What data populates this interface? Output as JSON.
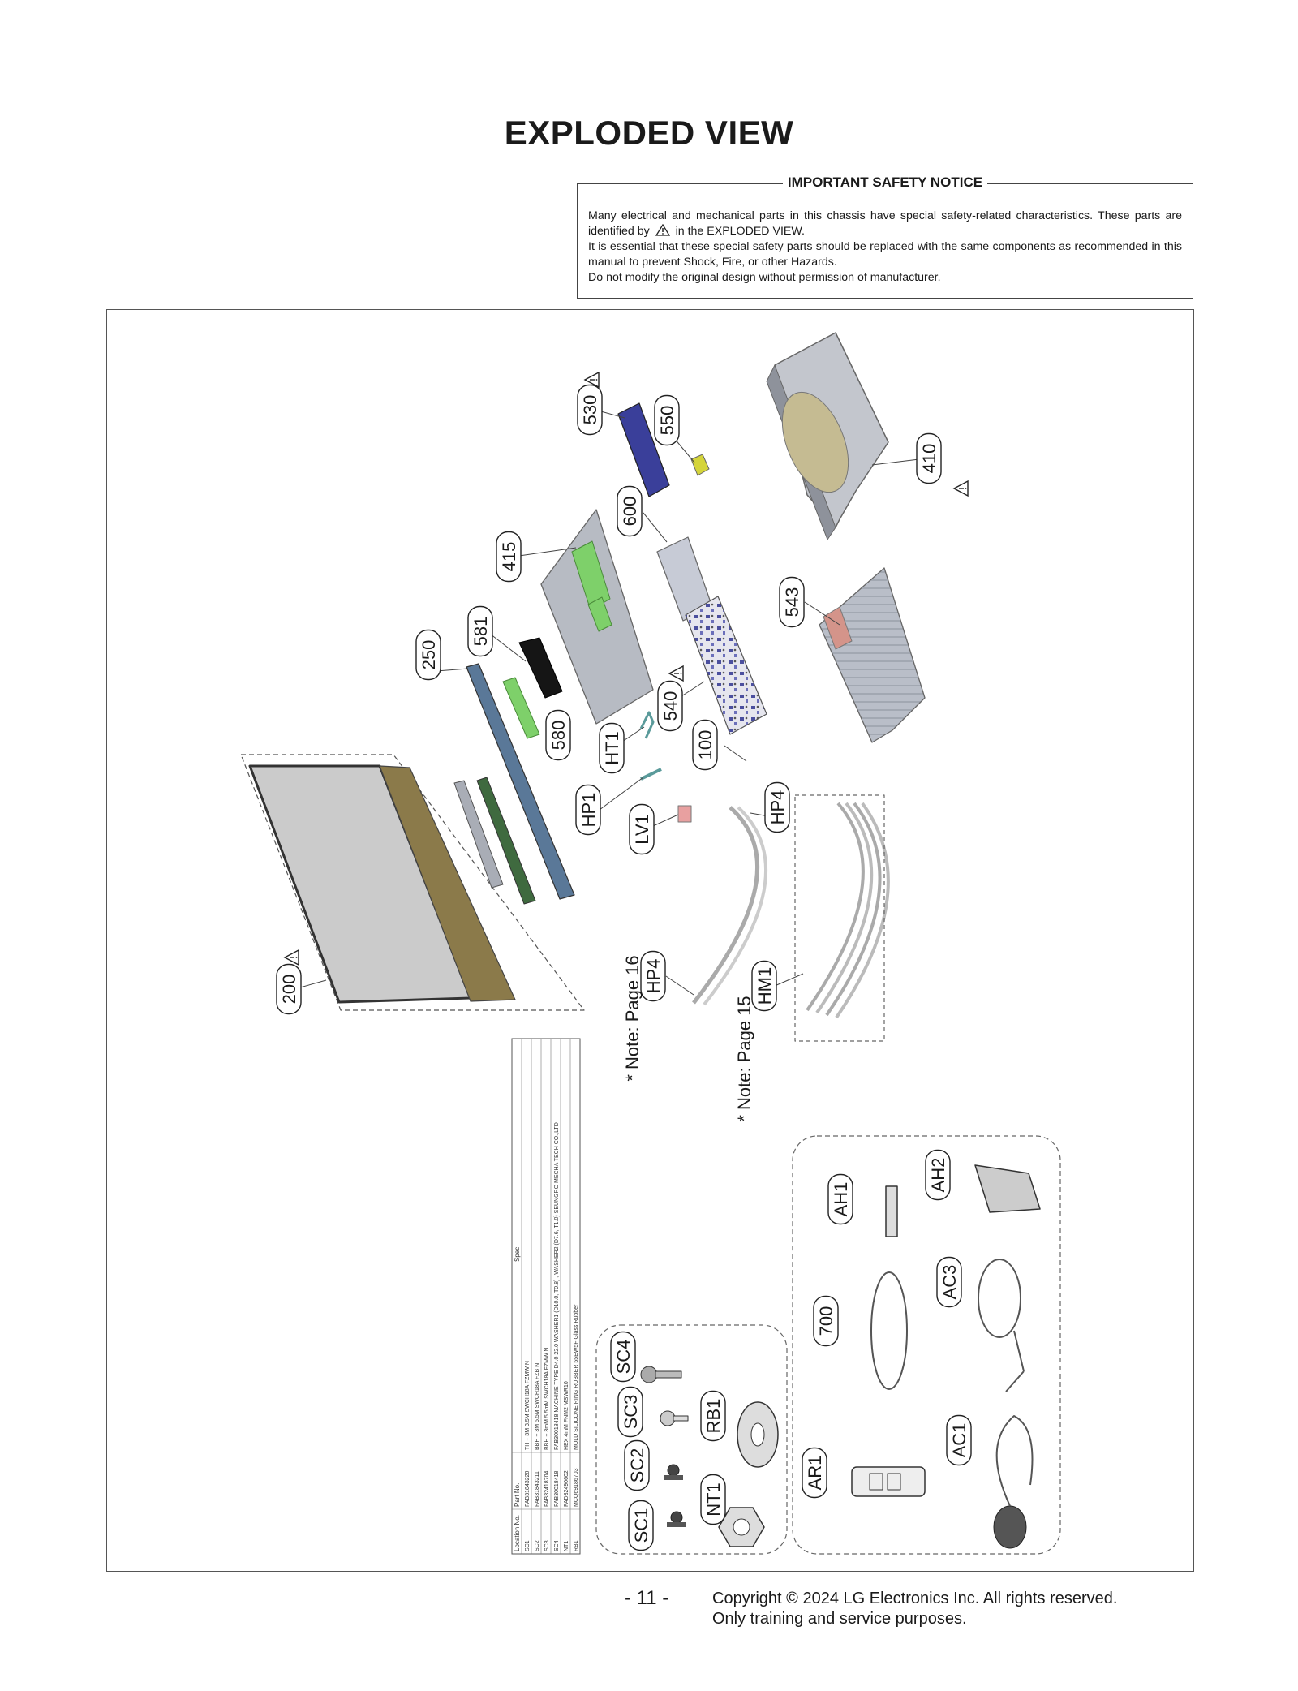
{
  "page": {
    "title": "EXPLODED VIEW",
    "notice": {
      "title": "IMPORTANT SAFETY NOTICE",
      "line1_a": "Many electrical and mechanical parts in this chassis have special safety-related characteristics. These parts are identified by",
      "line1_b": "in the EXPLODED VIEW.",
      "line2": "It is essential that these special safety parts should be replaced with the same components as recommended in this manual to prevent Shock, Fire, or other Hazards.",
      "line3": "Do not modify the original design without permission of manufacturer."
    },
    "page_number": "- 11 -",
    "copyright": "Copyright © 2024 LG Electronics Inc. All rights reserved.",
    "training_note": "Only training and service purposes."
  },
  "diagram": {
    "labels": [
      "530",
      "550",
      "410",
      "600",
      "415",
      "543",
      "581",
      "250",
      "540",
      "HT1",
      "100",
      "580",
      "HP1",
      "LV1",
      "HP4",
      "200",
      "HP4",
      "HM1",
      "AH1",
      "AH2",
      "AC3",
      "700",
      "SC4",
      "SC3",
      "RB1",
      "SC2",
      "NT1",
      "SC1",
      "AR1",
      "AC1"
    ],
    "safety_marked": [
      "530",
      "410",
      "540",
      "200"
    ],
    "notes": [
      "* Note: Page 16",
      "* Note: Page 15"
    ],
    "screw_table": {
      "headers": [
        "Location No.",
        "Part No.",
        "Spec."
      ],
      "rows": [
        [
          "SC1",
          "FAB31843220",
          "TH + 3M 3.5M SWCH18A FZMW N"
        ],
        [
          "SC2",
          "FAB31843211",
          "BBH + 3M 5.5M SWCH18A FZB N"
        ],
        [
          "SC3",
          "FAB32418704",
          "BBH + 3mM 5.5mM SWCH18A FZMW N"
        ],
        [
          "SC4",
          "FAB30018418",
          "FAB30018418 MACHINE TYPE D4.0 22.0 WASHER1 (D10.0, T0.8) , WASHER2 (D7.6, T1.0) SEUNGRO MECHA TECH CO.,LTD"
        ],
        [
          "NT1",
          "FAD32490602",
          "HEX 4mM FNM2 MSWR10"
        ],
        [
          "RB1",
          "MCQ69186703",
          "MOLD SILICONE RING RUBBER 55EW5F Glass Rubber"
        ]
      ]
    }
  },
  "colors": {
    "text": "#1a1a1a",
    "line": "#555555",
    "part_blue": "#3a3f9a",
    "part_green": "#7ed06a",
    "part_yellow": "#d4d43a"
  }
}
